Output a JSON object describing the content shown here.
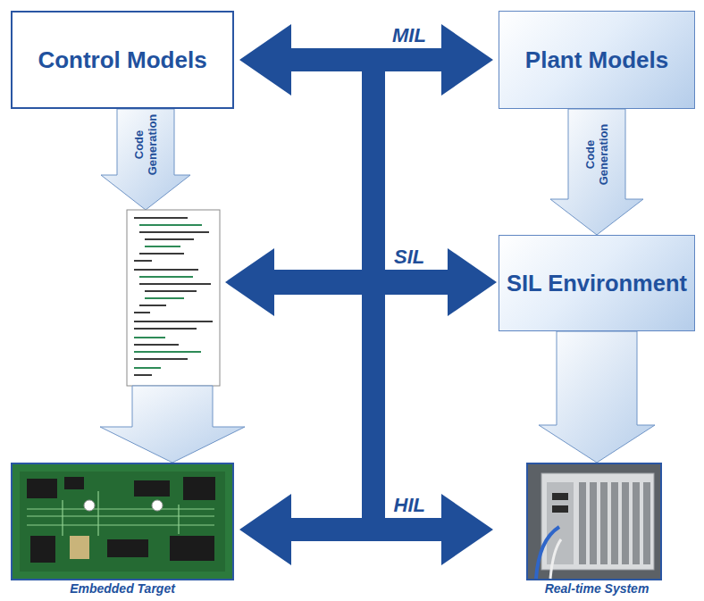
{
  "diagram": {
    "nodes": [
      {
        "text": [
          "Control Models"
        ]
      },
      {
        "text": [
          "Plant Models"
        ]
      },
      {
        "text": [
          "SIL Environment"
        ]
      },
      {
        "text": [
          "Embedded Target"
        ]
      },
      {
        "text": [
          "Real-time System"
        ]
      }
    ],
    "edges": [
      {
        "from": 0,
        "to": 1,
        "label": "MIL",
        "arrow": "both"
      },
      {
        "from": 1,
        "to": 2,
        "label": "Code Generation",
        "arrow": "to"
      },
      {
        "from": 2,
        "to": 4,
        "arrow": "to"
      },
      {
        "from": 3,
        "to": 4,
        "label": "HIL",
        "arrow": "both"
      }
    ],
    "labels": [
      "Code Generation",
      "SIL"
    ]
  }
}
